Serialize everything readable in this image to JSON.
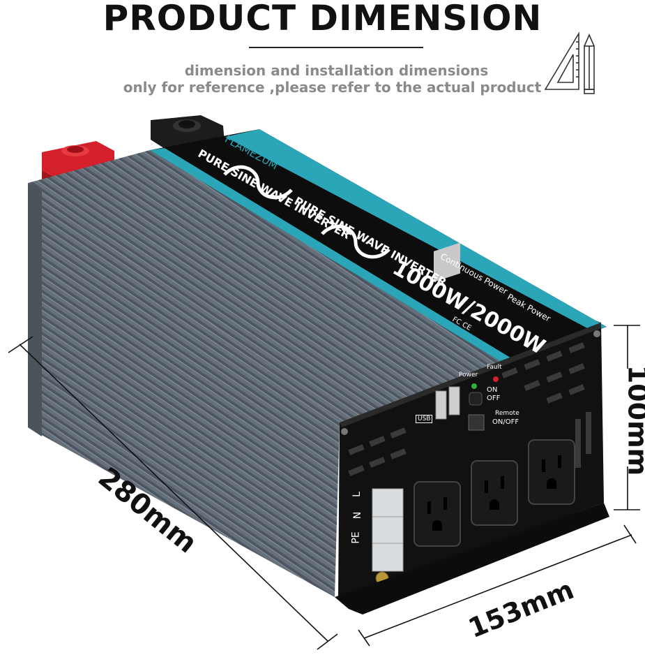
{
  "header": {
    "title": "PRODUCT DIMENSION",
    "subtitle_line1": "dimension and installation dimensions",
    "subtitle_line2": "only for reference ,please refer to the actual product"
  },
  "dimensions": {
    "length": "280mm",
    "width": "153mm",
    "height": "100mm"
  },
  "product": {
    "brand": "FLAMEZUM",
    "banner_text_1": "PURE SINE WAVE INVERTER",
    "banner_text_2": "PURE SINE WAVE INVERTER",
    "continuous_label": "Continuous Power",
    "peak_label": "Peak Power",
    "rating": "1000W/2000W",
    "cert_marks": "FC CE",
    "panel": {
      "power_label": "Power",
      "fault_label": "Fault",
      "switch_on": "ON",
      "switch_off": "OFF",
      "usb_label": "USB",
      "remote_label": "Remote",
      "remote_onoff": "ON/OFF",
      "terminal_l": "L",
      "terminal_n": "N",
      "terminal_pe": "PE"
    }
  },
  "colors": {
    "body": "#5b6570",
    "fin_dark": "#4a535c",
    "label_black": "#0d0d0d",
    "stripe": "#2aa6b8",
    "red_terminal": "#d4202a",
    "black_terminal": "#1a1a1a"
  }
}
